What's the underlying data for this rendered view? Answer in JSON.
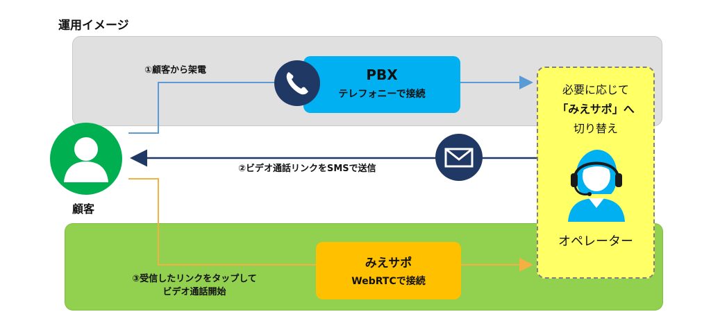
{
  "title": "運用イメージ",
  "customer": {
    "label": "顧客",
    "icon": "user-icon"
  },
  "pbx": {
    "title": "PBX",
    "subtitle": "テレフォニーで接続",
    "icon": "phone-icon"
  },
  "miesapo": {
    "title": "みえサポ",
    "subtitle": "WebRTCで接続"
  },
  "operator": {
    "line1": "必要に応じて",
    "line2_bracket_open": "「",
    "line2_name": "みえサポ",
    "line2_bracket_close": "」へ",
    "line3": "切り替え",
    "label": "オペレーター",
    "icon": "headset-operator-icon"
  },
  "steps": {
    "step1": "①顧客から架電",
    "step2": "②ビデオ通話リンクをSMSで送信",
    "step3_line1": "③受信したリンクをタップして",
    "step3_line2": "ビデオ通話開始"
  },
  "icons": {
    "mail": "mail-icon"
  },
  "colors": {
    "gray_band": "#e0e0e0",
    "green_band": "#92d050",
    "pbx_box": "#00b0f0",
    "miesapo_box": "#ffc000",
    "operator_box": "#ffff66",
    "navy": "#203864",
    "customer_green": "#00b050",
    "blue_line": "#5b9bd5",
    "orange_line": "#f4b043"
  }
}
